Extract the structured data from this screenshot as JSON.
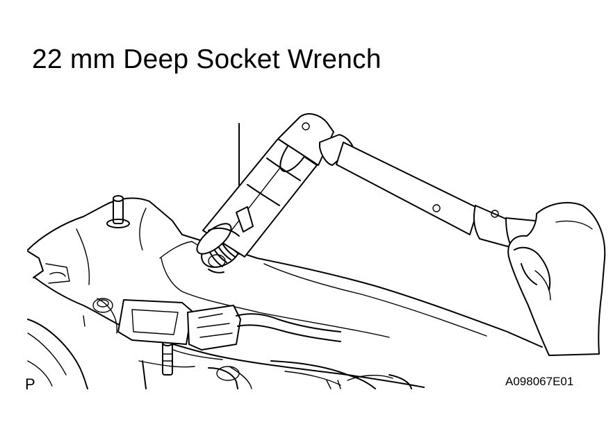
{
  "title": "22 mm Deep Socket Wrench",
  "corner_mark": "P",
  "figure_id": "A098067E01",
  "illustration": {
    "parts": [
      "engine-block",
      "deep-socket-wrench",
      "torque-wrench",
      "hand",
      "wire-connector",
      "sensor-thread",
      "bolt-studs"
    ]
  }
}
